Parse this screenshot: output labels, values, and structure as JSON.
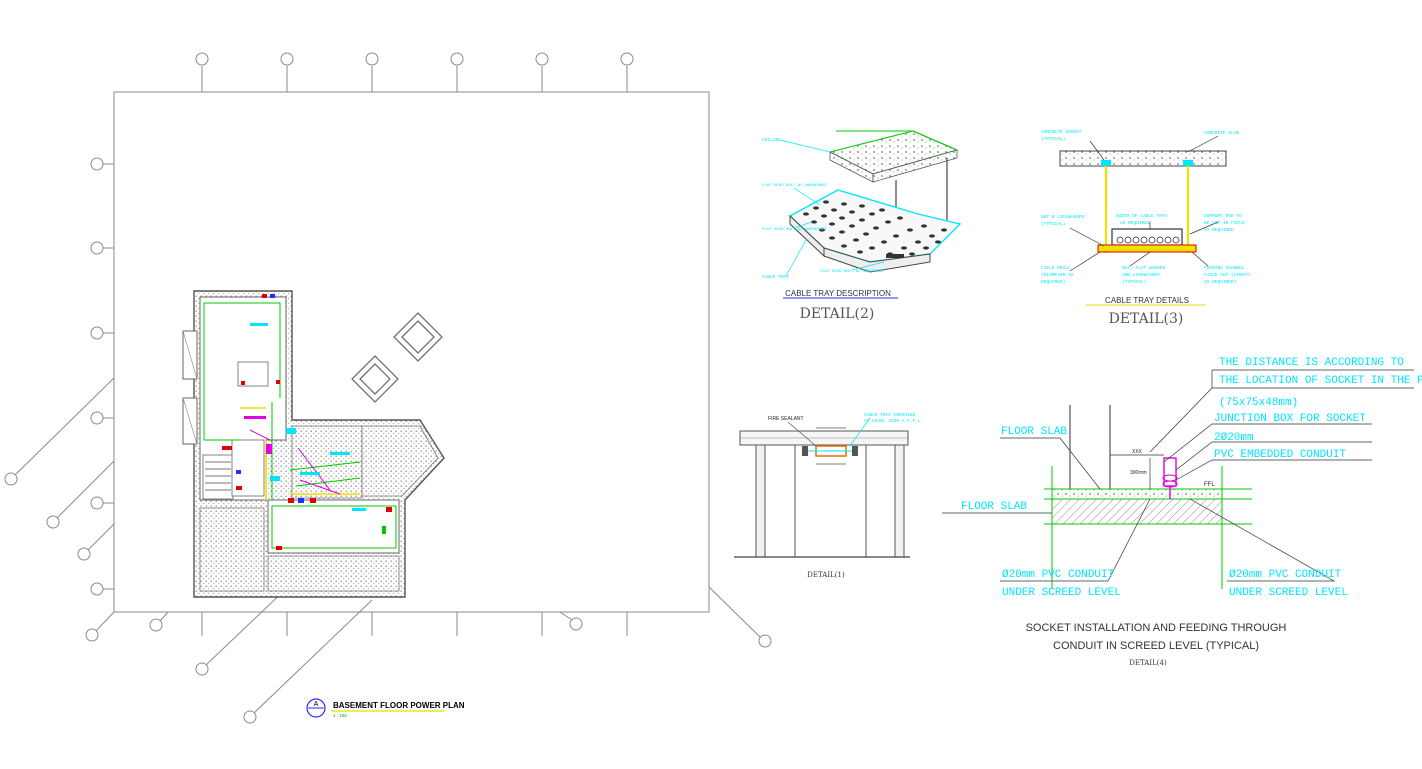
{
  "colors": {
    "background": "#ffffff",
    "annotation": "#00e5ff",
    "grid": "#8a8a8a",
    "wall": "#606060",
    "conduit_green": "#00c800",
    "conduit_yellow": "#f0e000",
    "highlight_magenta": "#e000e0",
    "accent_red": "#e00000",
    "title_underline_blue": "#2a2aff"
  },
  "plan": {
    "title": "BASEMENT FLOOR POWER PLAN",
    "scale": "1 : 100",
    "marker": "A"
  },
  "detail1": {
    "caption": "DETAIL(1)",
    "label_left": "FIRE SEALANT",
    "label_right_1": "CABLE TRAY CROSSING",
    "label_right_2": "AT LEVEL 3200 A.F.F.L."
  },
  "detail2": {
    "subtitle": "CABLE TRAY DESCRIPTION",
    "title": "DETAIL(2)",
    "labels": [
      "CEILING",
      "FLAT HEAD BOLT W/ WASHERNUT",
      "FLAT HEAD BOLT W/ WASHERNUT",
      "CABLE TRAY",
      "FLAT HEAD BOLT W/ WASHERNUT"
    ]
  },
  "detail3": {
    "subtitle": "CABLE TRAY DETAILS",
    "title": "DETAIL(3)",
    "labels": {
      "concrete_insert": [
        "CONCRETE INSERT",
        "(TYPICAL)"
      ],
      "concrete_slab": [
        "CONCRETE SLAB"
      ],
      "nut_lockwasher": [
        "NUT & LOCKWASHER",
        "(TYPICAL)"
      ],
      "width": [
        "WIDTH OF CABLE TRAY",
        "AS REQUIRED"
      ],
      "support_rod": [
        "SUPPORT ROD TO",
        "BE CUT IN FIELD",
        "AS REQUIRED"
      ],
      "field_drill": [
        "FIELD DRILL",
        "(DIAMETER AS",
        "REQUIRED)"
      ],
      "nut_flat_washer": [
        "NUT, FLAT WASHER",
        "AND LOCKWASHER",
        "(TYPICAL)"
      ],
      "framing_channel": [
        "FRAMING CHANNEL",
        "FIELD CUT (LENGTH",
        "AS REQUIRED)"
      ]
    }
  },
  "detail4": {
    "floor_slab_top": "FLOOR SLAB",
    "floor_slab_left": "FLOOR SLAB",
    "distance_1": "THE DISTANCE IS ACCORDING TO",
    "distance_2": "THE LOCATION OF SOCKET IN THE PLAN",
    "box_size": "(75x75x48mm)",
    "junction": "JUNCTION BOX FOR SOCKET",
    "conduit_size": "2Ø20mm",
    "pvc_embedded": "PVC EMBEDDED CONDUIT",
    "dim_xxx": "XXX",
    "dim_300": "300mm",
    "ffl": "FFL",
    "left_conduit_1": "Ø20mm PVC CONDUIT",
    "left_conduit_2": "UNDER SCREED LEVEL",
    "right_conduit_1": "Ø20mm PVC CONDUIT",
    "right_conduit_2": "UNDER SCREED LEVEL",
    "caption_1": "SOCKET INSTALLATION AND FEEDING THROUGH",
    "caption_2": "CONDUIT IN SCREED LEVEL (TYPICAL)",
    "title": "DETAIL(4)"
  }
}
